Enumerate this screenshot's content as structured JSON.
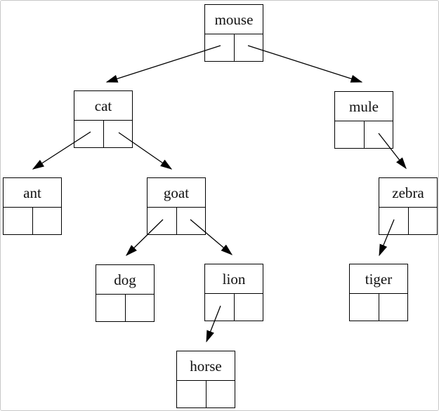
{
  "page": {
    "background_color": "#ffffff",
    "frame_border_color": "#c8c8c8",
    "line_color": "#000000",
    "text_color": "#111111"
  },
  "tree": {
    "nodes": [
      {
        "id": "mouse",
        "label": "mouse",
        "left_child": "cat",
        "right_child": "mule"
      },
      {
        "id": "cat",
        "label": "cat",
        "left_child": "ant",
        "right_child": "goat"
      },
      {
        "id": "mule",
        "label": "mule",
        "left_child": null,
        "right_child": "zebra"
      },
      {
        "id": "ant",
        "label": "ant",
        "left_child": null,
        "right_child": null
      },
      {
        "id": "goat",
        "label": "goat",
        "left_child": "dog",
        "right_child": "lion"
      },
      {
        "id": "zebra",
        "label": "zebra",
        "left_child": "tiger",
        "right_child": null
      },
      {
        "id": "dog",
        "label": "dog",
        "left_child": null,
        "right_child": null
      },
      {
        "id": "lion",
        "label": "lion",
        "left_child": "horse",
        "right_child": null
      },
      {
        "id": "tiger",
        "label": "tiger",
        "left_child": null,
        "right_child": null
      },
      {
        "id": "horse",
        "label": "horse",
        "left_child": null,
        "right_child": null
      }
    ],
    "edges": [
      {
        "from": "mouse",
        "pointer": "left",
        "to": "cat"
      },
      {
        "from": "mouse",
        "pointer": "right",
        "to": "mule"
      },
      {
        "from": "cat",
        "pointer": "left",
        "to": "ant"
      },
      {
        "from": "cat",
        "pointer": "right",
        "to": "goat"
      },
      {
        "from": "mule",
        "pointer": "right",
        "to": "zebra"
      },
      {
        "from": "goat",
        "pointer": "left",
        "to": "dog"
      },
      {
        "from": "goat",
        "pointer": "right",
        "to": "lion"
      },
      {
        "from": "zebra",
        "pointer": "left",
        "to": "tiger"
      },
      {
        "from": "lion",
        "pointer": "left",
        "to": "horse"
      }
    ]
  }
}
